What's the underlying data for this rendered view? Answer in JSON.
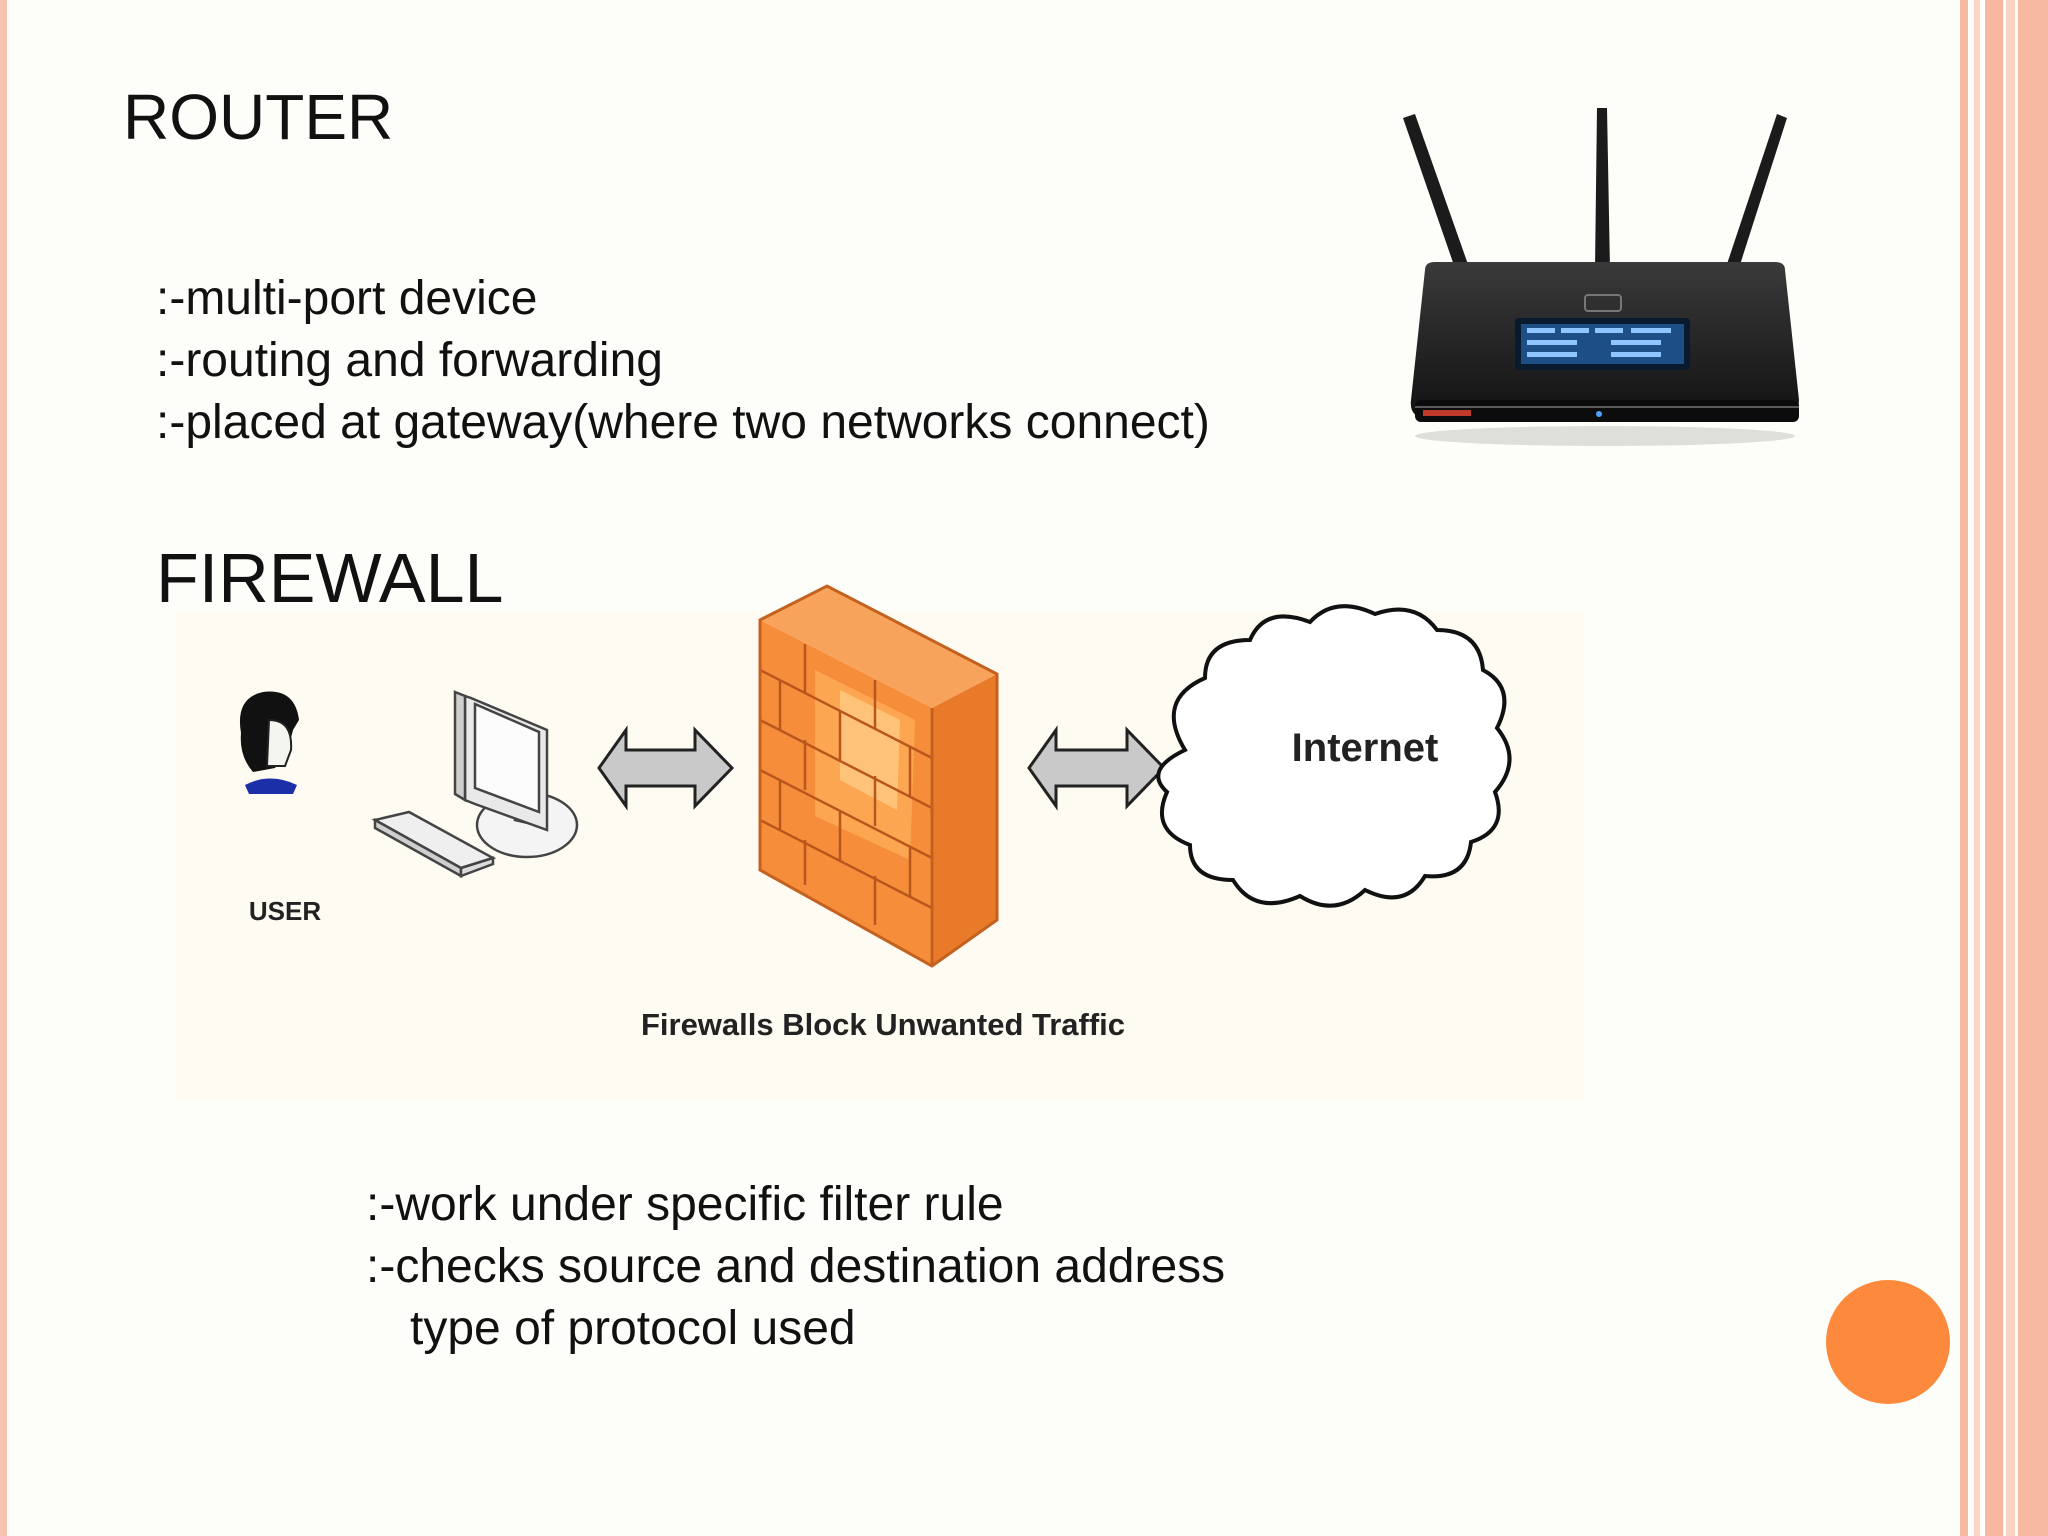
{
  "router": {
    "title": "ROUTER",
    "bullets": [
      ":-multi-port device",
      ":-routing and forwarding",
      ":-placed at gateway(where two networks connect)"
    ]
  },
  "firewall": {
    "title": "FIREWALL",
    "diagram": {
      "user_label": "USER",
      "cloud_label": "Internet",
      "caption": "Firewalls Block Unwanted Traffic"
    },
    "bullets": [
      ":-work under specific filter rule",
      ":-checks source and destination address",
      "type of protocol used"
    ]
  },
  "colors": {
    "accent_dot": "#fd8a3c",
    "stripe": "#f7b9a1",
    "wall_orange": "#f58a35",
    "arrow_gray": "#c9c9c9"
  },
  "icons": [
    "router-image",
    "user-icon",
    "computer-icon",
    "firewall-wall-icon",
    "internet-cloud-icon",
    "double-arrow-icon"
  ]
}
